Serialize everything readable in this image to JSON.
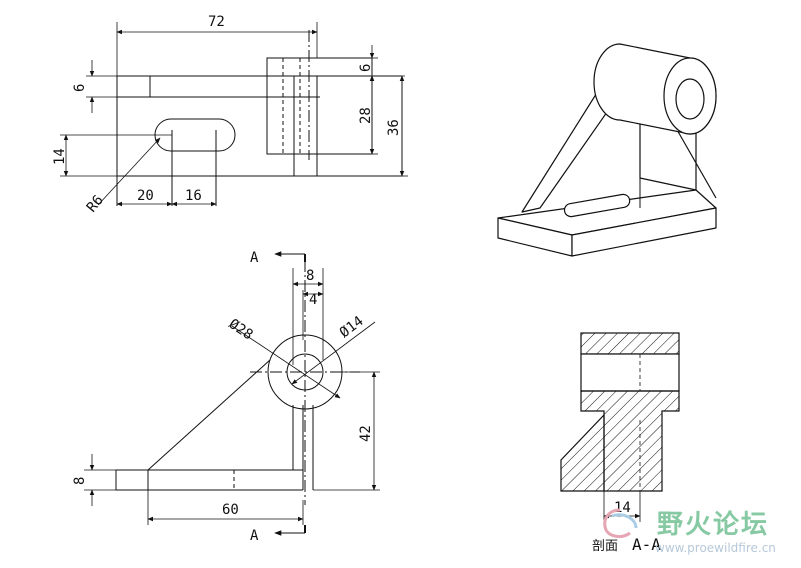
{
  "dimensions": {
    "top_width": "72",
    "top_left_thickness": "6",
    "top_right_thickness": "6",
    "top_height_28": "28",
    "top_height_36": "36",
    "slot_width": "14",
    "slot_radius": "R6",
    "slot_offset": "20",
    "slot_length": "16",
    "front_8_top": "8",
    "front_4": "4",
    "outer_diameter": "Ø28",
    "inner_diameter": "Ø14",
    "center_height": "42",
    "base_thickness": "8",
    "base_length": "60",
    "section_width": "14"
  },
  "labels": {
    "section_arrow_top": "A",
    "section_arrow_bottom": "A",
    "section_caption": "剖面",
    "section_name": "A-A"
  },
  "watermark": {
    "text": "野火论坛",
    "url": "www.proewildfire.cn"
  },
  "colors": {
    "line": "#111111",
    "watermark_green": "#86c9a3",
    "watermark_blue": "#b7c9d9"
  }
}
